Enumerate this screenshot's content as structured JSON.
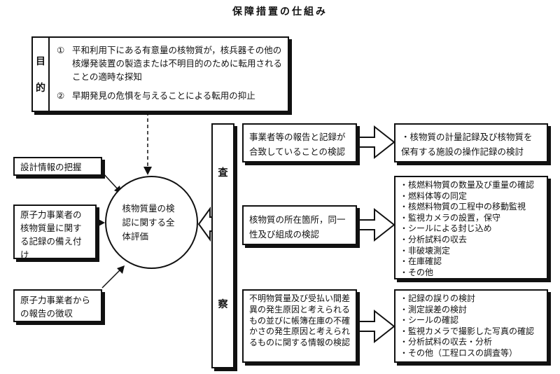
{
  "title": "保障措置の仕組み",
  "purpose": {
    "label_chars": [
      "目",
      "的"
    ],
    "items": [
      {
        "num": "①",
        "text": "平和利用下にある有意量の核物質が，核兵器その他の核爆発装置の製造または不明目的のために転用されることの適時な探知"
      },
      {
        "num": "②",
        "text": "早期発見の危惧を与えることによる転用の抑止"
      }
    ]
  },
  "inputs": [
    {
      "id": "design",
      "text": "設計情報の把握"
    },
    {
      "id": "records",
      "text": "原子力事業者の核物質量に関する記録の備え付け"
    },
    {
      "id": "reports",
      "text": "原子力事業者からの報告の徴収"
    }
  ],
  "center": {
    "text": "核物質量の検認に関する全体評価"
  },
  "inspection": {
    "label_top": "査",
    "label_bottom": "察"
  },
  "rows": [
    {
      "item": "事業者等の報告と記録が合致していることの検認",
      "details": [
        "核物質の計量記録及び核物質を保有する施設の操作記録の検討"
      ]
    },
    {
      "item": "核物質の所在箇所，同一性及び組成の検認",
      "details": [
        "核燃料物質の数量及び重量の確認",
        "燃料体等の同定",
        "核燃料物質の工程中の移動監視",
        "監視カメラの設置，保守",
        "シールによる封じ込め",
        "分析試料の収去",
        "非破壊測定",
        "在庫確認",
        "その他"
      ]
    },
    {
      "item": "不明物質量及び受払い間差異の発生原因と考えられるもの並びに帳簿在庫の不確かさの発生原因と考えられるものに関する情報の検認",
      "details": [
        "記録の誤りの検討",
        "測定誤差の検討",
        "シールの確認",
        "監視カメラで撮影した写真の確認",
        "分析試料の収去・分析",
        "その他（工程ロスの調査等）"
      ]
    }
  ]
}
